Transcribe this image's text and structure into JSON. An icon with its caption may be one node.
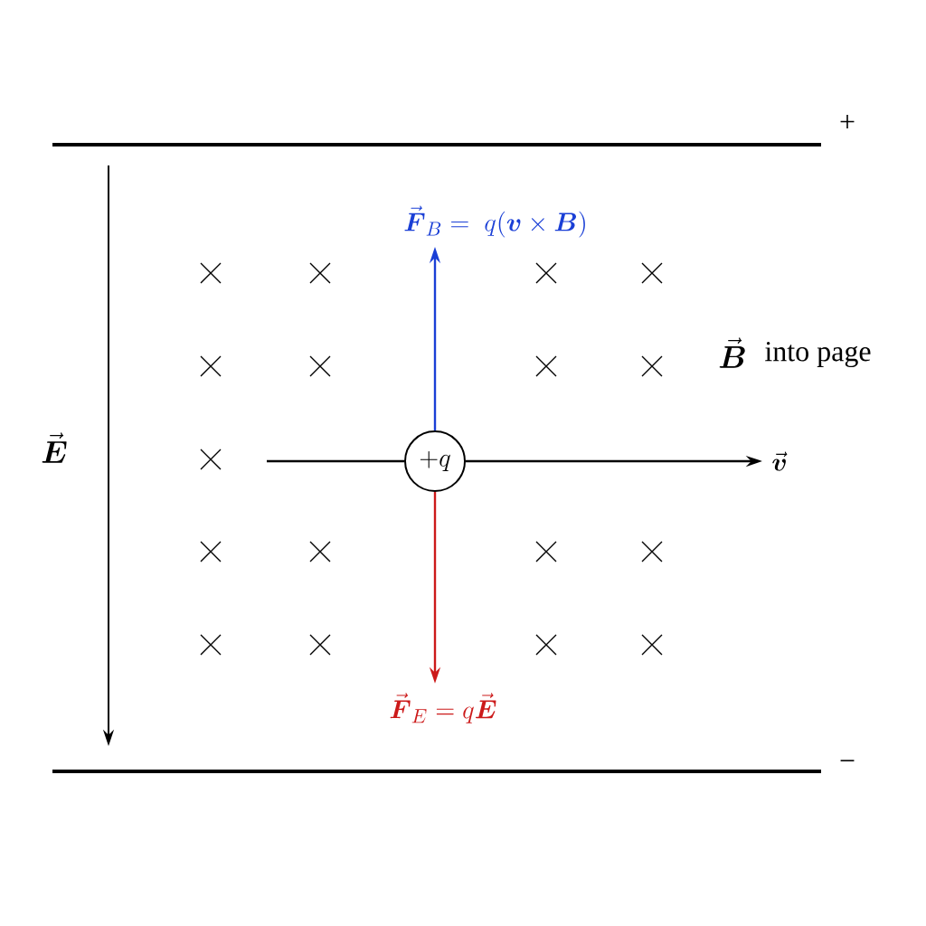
{
  "diagram": {
    "nodes": [
      {
        "text": [
          "+q"
        ]
      },
      {
        "text": [
          "\\vec{\\boldsymbol{F}}_{B} = \\; q(\\boldsymbol{v}\\times\\boldsymbol{B})"
        ]
      },
      {
        "text": [
          "\\vec{\\boldsymbol{F}}_{E} = q\\vec{\\boldsymbol{E}}"
        ]
      },
      {
        "text": [
          "\\vec{\\boldsymbol{v}}"
        ]
      }
    ],
    "edges": [
      {
        "from": 0,
        "to": 1,
        "arrow": "to",
        "color": "#1a3fd6"
      },
      {
        "from": 0,
        "to": 2,
        "arrow": "to",
        "color": "#cc1a1a"
      },
      {
        "from": null,
        "to": 0,
        "arrow": "none"
      },
      {
        "from": 0,
        "to": 3,
        "arrow": "to"
      }
    ],
    "labels": [
      "+",
      "\\vec{\\boldsymbol{E}}",
      "\\vec{\\boldsymbol{B}}",
      "into page",
      "−"
    ]
  }
}
